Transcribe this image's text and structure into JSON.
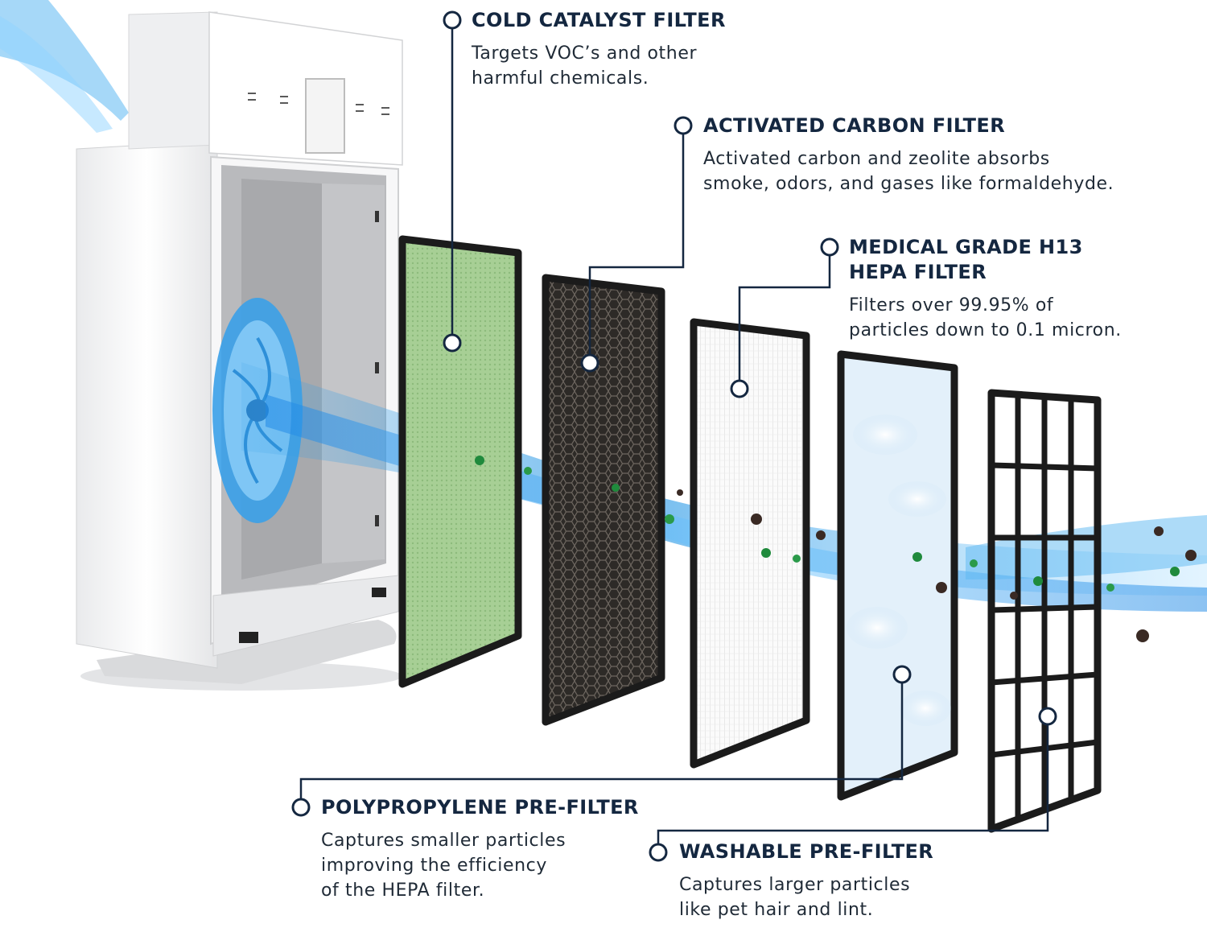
{
  "colors": {
    "title": "#142740",
    "text": "#1f2a36",
    "leader": "#142740",
    "airflow": "#2f9be6",
    "green_filter": "#9cc58a",
    "carbon_filter": "#2e2a28",
    "frame": "#1b1b1b",
    "housing": "#f2f3f5"
  },
  "callouts": {
    "cold_catalyst": {
      "title": "COLD CATALYST FILTER",
      "line1": "Targets VOC’s and other",
      "line2": "harmful chemicals."
    },
    "activated_carbon": {
      "title": "ACTIVATED CARBON FILTER",
      "line1": "Activated carbon and zeolite absorbs",
      "line2": "smoke, odors, and gases like formaldehyde."
    },
    "hepa": {
      "title_line1": "MEDICAL GRADE H13",
      "title_line2": "HEPA FILTER",
      "line1": "Filters over 99.95% of",
      "line2": "particles down to 0.1 micron."
    },
    "polypropylene": {
      "title": "POLYPROPYLENE PRE-FILTER",
      "line1": "Captures smaller particles",
      "line2": "improving the efficiency",
      "line3": "of the HEPA filter."
    },
    "washable": {
      "title": "WASHABLE PRE-FILTER",
      "line1": "Captures larger particles",
      "line2": "like pet hair and lint."
    }
  },
  "icons": {
    "unit": "air-purifier-housing-icon",
    "fan": "fan-icon",
    "marker": "callout-marker-icon",
    "particles": "particle-icon"
  }
}
